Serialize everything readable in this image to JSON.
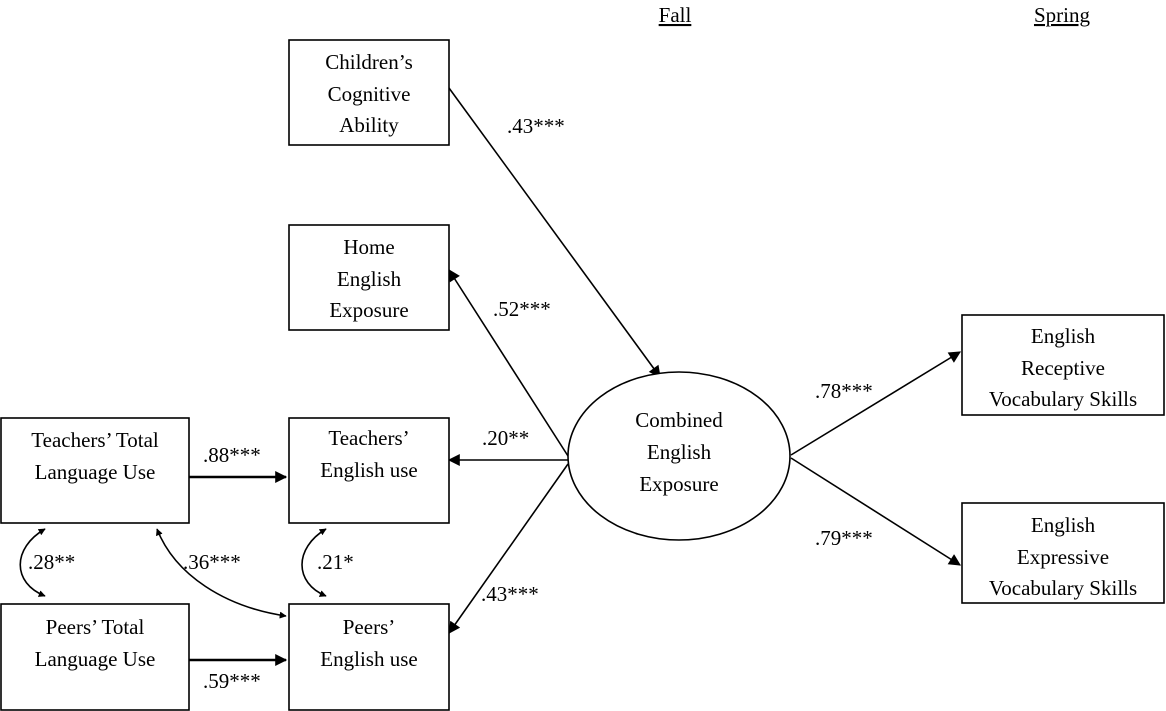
{
  "headers": {
    "fall": "Fall",
    "spring": "Spring"
  },
  "nodes": {
    "cognitive": [
      "Children’s",
      "Cognitive",
      "Ability"
    ],
    "home": [
      "Home",
      "English",
      "Exposure"
    ],
    "teachers_total": [
      "Teachers’ Total",
      "Language Use"
    ],
    "teachers_english": [
      "Teachers’",
      "English use"
    ],
    "peers_total": [
      "Peers’ Total",
      "Language Use"
    ],
    "peers_english": [
      "Peers’",
      "English use"
    ],
    "combined": [
      "Combined",
      "English",
      "Exposure"
    ],
    "receptive": [
      "English",
      "Receptive",
      "Vocabulary Skills"
    ],
    "expressive": [
      "English",
      "Expressive",
      "Vocabulary Skills"
    ]
  },
  "paths": {
    "cognitive_to_combined": ".43***",
    "combined_to_home": ".52***",
    "combined_to_teachers": ".20**",
    "combined_to_peers": ".43***",
    "teachers_total_to_teachers": ".88***",
    "peers_total_to_peers": ".59***",
    "combined_to_receptive": ".78***",
    "combined_to_expressive": ".79***",
    "cov_teachers_peers_total": ".28**",
    "cov_teachers_total_peers_english": ".36***",
    "cov_teachers_peers_english": ".21*"
  }
}
